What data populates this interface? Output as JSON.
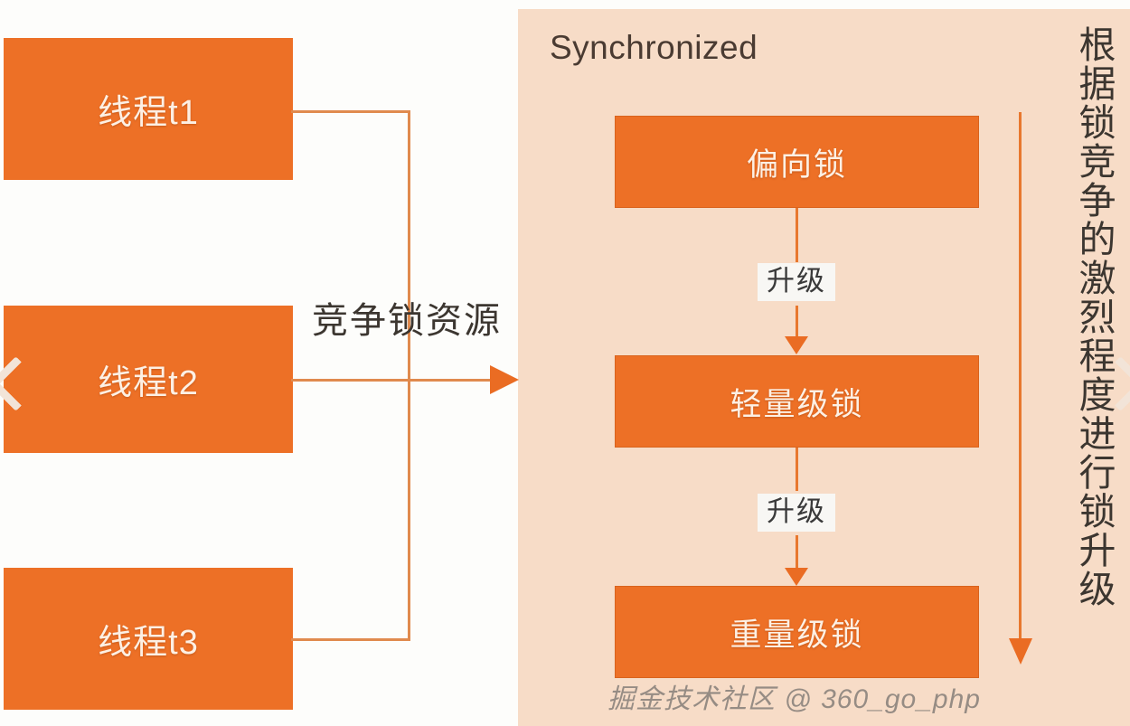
{
  "diagram": {
    "title": "Synchronized",
    "threads": [
      {
        "label": "线程t1"
      },
      {
        "label": "线程t2"
      },
      {
        "label": "线程t3"
      }
    ],
    "contend_label": "竞争锁资源",
    "locks": [
      {
        "label": "偏向锁"
      },
      {
        "label": "轻量级锁"
      },
      {
        "label": "重量级锁"
      }
    ],
    "upgrade_labels": [
      {
        "label": "升级"
      },
      {
        "label": "升级"
      }
    ],
    "side_caption": "根据锁竞争的激烈程度进行锁升级",
    "watermark": "掘金技术社区 @ 360_go_php",
    "colors": {
      "box_orange": "#ed7026",
      "panel_bg": "#f7dcc7",
      "line_orange": "#e8772e",
      "arrow_orange": "#ea6c23",
      "connector_tan": "#e08a4e",
      "title_text": "#4a3b32",
      "page_bg": "#fdfdfb"
    },
    "nav": {
      "prev_icon": "chevron-left-icon",
      "next_icon": "chevron-right-icon"
    }
  }
}
